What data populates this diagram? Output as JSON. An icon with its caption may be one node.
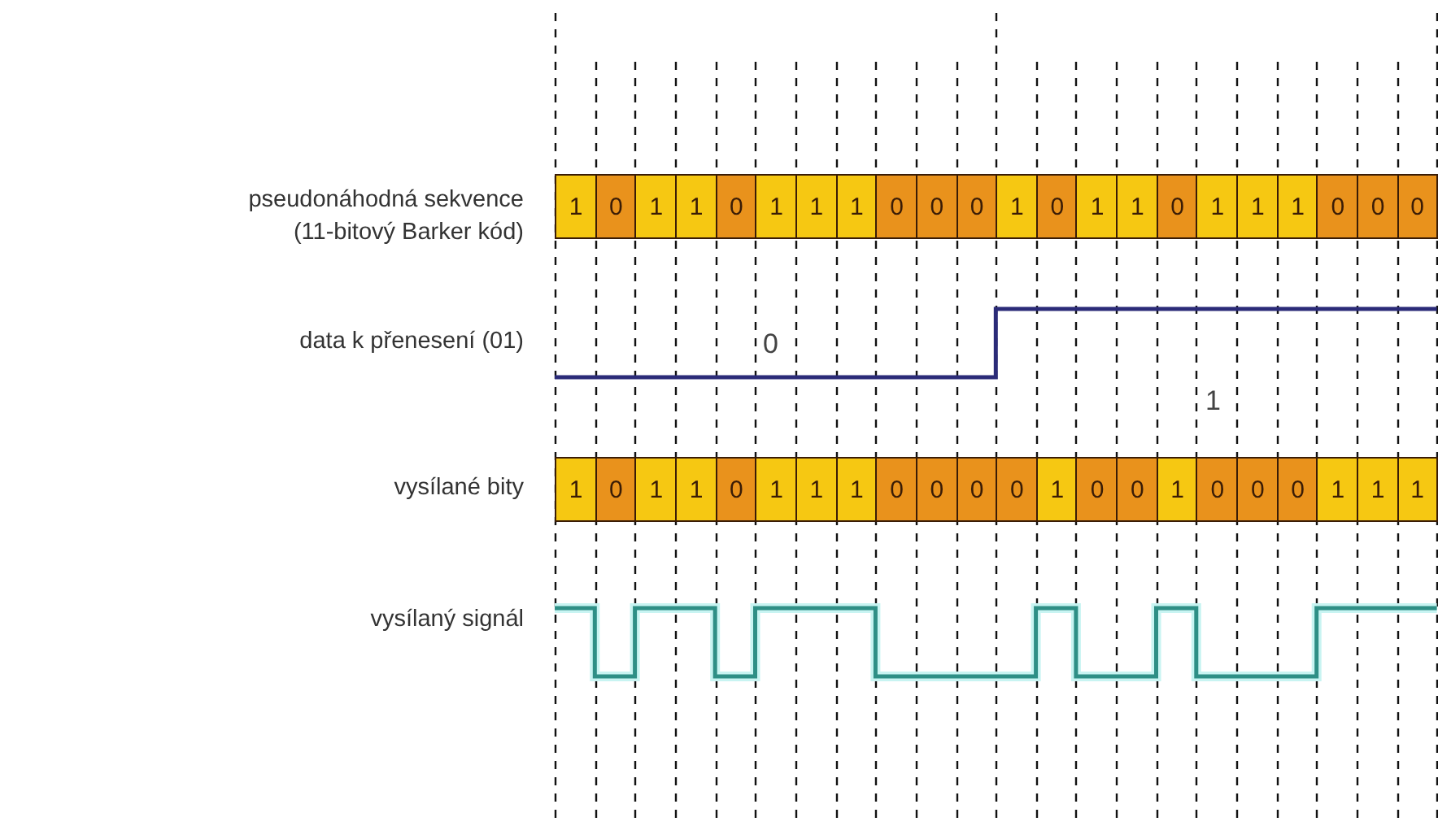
{
  "diagram": {
    "nodes": [
      {
        "text": [
          "1"
        ]
      },
      {
        "text": [
          "0"
        ]
      },
      {
        "text": [
          "1"
        ]
      },
      {
        "text": [
          "1"
        ]
      },
      {
        "text": [
          "0"
        ]
      },
      {
        "text": [
          "1"
        ]
      },
      {
        "text": [
          "1"
        ]
      },
      {
        "text": [
          "1"
        ]
      },
      {
        "text": [
          "0"
        ]
      },
      {
        "text": [
          "0"
        ]
      },
      {
        "text": [
          "0"
        ]
      },
      {
        "text": [
          "1"
        ]
      },
      {
        "text": [
          "0"
        ]
      },
      {
        "text": [
          "1"
        ]
      },
      {
        "text": [
          "1"
        ]
      },
      {
        "text": [
          "0"
        ]
      },
      {
        "text": [
          "1"
        ]
      },
      {
        "text": [
          "1"
        ]
      },
      {
        "text": [
          "1"
        ]
      },
      {
        "text": [
          "0"
        ]
      },
      {
        "text": [
          "0"
        ]
      },
      {
        "text": [
          "0"
        ]
      },
      {
        "text": [
          "1"
        ]
      },
      {
        "text": [
          "0"
        ]
      },
      {
        "text": [
          "1"
        ]
      },
      {
        "text": [
          "1"
        ]
      },
      {
        "text": [
          "0"
        ]
      },
      {
        "text": [
          "1"
        ]
      },
      {
        "text": [
          "1"
        ]
      },
      {
        "text": [
          "1"
        ]
      },
      {
        "text": [
          "0"
        ]
      },
      {
        "text": [
          "0"
        ]
      },
      {
        "text": [
          "0"
        ]
      },
      {
        "text": [
          "0"
        ]
      },
      {
        "text": [
          "1"
        ]
      },
      {
        "text": [
          "0"
        ]
      },
      {
        "text": [
          "0"
        ]
      },
      {
        "text": [
          "1"
        ]
      },
      {
        "text": [
          "0"
        ]
      },
      {
        "text": [
          "0"
        ]
      },
      {
        "text": [
          "0"
        ]
      },
      {
        "text": [
          "1"
        ]
      },
      {
        "text": [
          "1"
        ]
      },
      {
        "text": [
          "1"
        ]
      }
    ],
    "labels": [
      "pseudonáhodná sekvence",
      "(11-bitový Barker kód)",
      "0",
      "data k přenesení (01)",
      "1",
      "vysílané bity",
      "vysílaný signál"
    ]
  }
}
